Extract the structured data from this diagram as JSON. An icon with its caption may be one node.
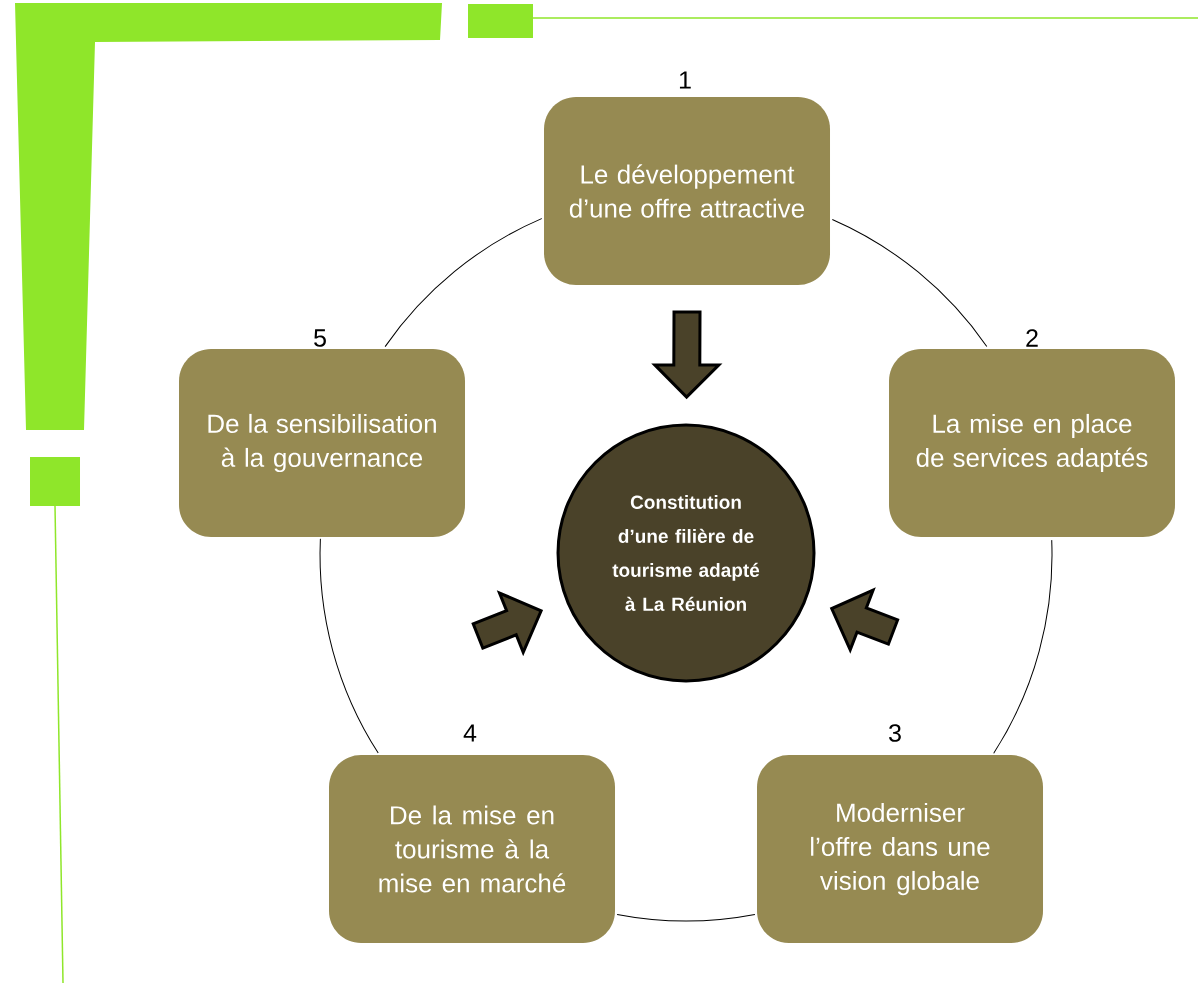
{
  "diagram": {
    "nodes": [
      {
        "text": [
          "Le développement d’une offre attractive"
        ],
        "beside": [
          "1"
        ]
      },
      {
        "text": [
          "La mise en place de services adaptés"
        ],
        "beside": [
          "2"
        ]
      },
      {
        "text": [
          "Moderniser l’offre dans une vision globale"
        ],
        "beside": [
          "3"
        ]
      },
      {
        "text": [
          "De la mise en tourisme à la mise en marché"
        ],
        "beside": [
          "4"
        ]
      },
      {
        "text": [
          "De la sensibilisation à la gouvernance"
        ],
        "beside": [
          "5"
        ]
      },
      {
        "text": [
          "Constitution d’une filière de tourisme adapté à La Réunion"
        ]
      }
    ],
    "edges": [
      {
        "from": 0,
        "to": 1,
        "arrow": "none"
      },
      {
        "from": 1,
        "to": 2,
        "arrow": "none"
      },
      {
        "from": 2,
        "to": 3,
        "arrow": "none"
      },
      {
        "from": 3,
        "to": 4,
        "arrow": "none"
      },
      {
        "from": 4,
        "to": 0,
        "arrow": "none"
      },
      {
        "from": null,
        "to": 5,
        "arrow": "to",
        "style": "thick"
      },
      {
        "from": null,
        "to": 5,
        "arrow": "to",
        "style": "thick"
      },
      {
        "from": null,
        "to": 5,
        "arrow": "to",
        "style": "thick"
      }
    ]
  }
}
